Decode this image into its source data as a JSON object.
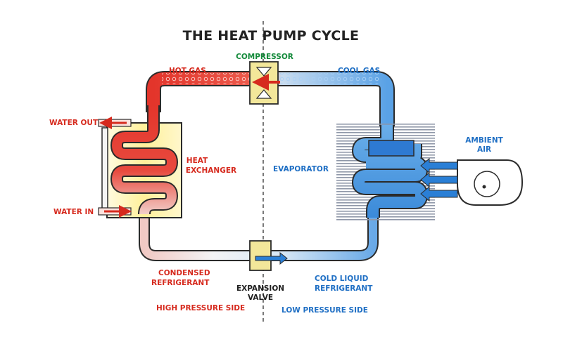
{
  "title": "THE HEAT PUMP CYCLE",
  "labels": {
    "compressor": "COMPRESSOR",
    "hot_gas": "HOT GAS",
    "cool_gas": "COOL GAS",
    "water_out": "WATER OUT",
    "water_in": "WATER IN",
    "heat_exchanger": [
      "HEAT",
      "EXCHANGER"
    ],
    "evaporator": "EVAPORATOR",
    "ambient_air": [
      "AMBIENT",
      "AIR"
    ],
    "condensed_refrigerant": [
      "CONDENSED",
      "REFRIGERANT"
    ],
    "expansion_valve": [
      "EXPANSION",
      "VALVE"
    ],
    "cold_liquid_refrigerant": [
      "COLD LIQUID",
      "REFRIGERANT"
    ],
    "high_pressure_side": "HIGH PRESSURE SIDE",
    "low_pressure_side": "LOW PRESSURE SIDE"
  },
  "colors": {
    "hot": "#e8322a",
    "cold": "#2a7fd6",
    "label_red": "#d62a1e",
    "label_blue": "#1f6fc4",
    "label_green": "#138a3a",
    "exchanger_fill": "#fff3a8",
    "compressor_fill": "#f3e79a"
  }
}
